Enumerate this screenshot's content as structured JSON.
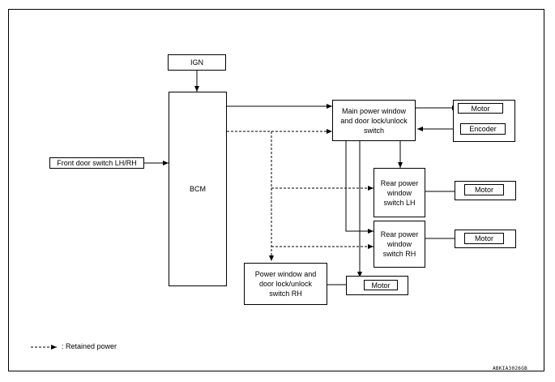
{
  "blocks": {
    "ign": "IGN",
    "bcm": "BCM",
    "front_door_switch": "Front door switch LH/RH",
    "main_switch": "Main power window and door lock/unlock switch",
    "rear_lh": "Rear power window switch LH",
    "rear_rh": "Rear power window switch RH",
    "pw_rh": "Power window and door lock/unlock switch RH",
    "motor": "Motor",
    "encoder": "Encoder"
  },
  "legend": {
    "label": ": Retained power"
  },
  "figure_code": "ABKIA3026GB"
}
